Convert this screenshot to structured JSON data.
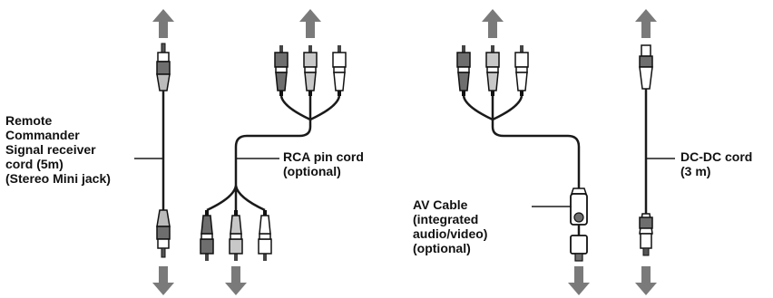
{
  "labels": {
    "remote_cord": [
      "Remote",
      "Commander",
      "Signal receiver",
      "cord (5m)",
      "(Stereo Mini jack)"
    ],
    "rca_cord": [
      "RCA pin cord",
      "(optional)"
    ],
    "av_cable": [
      "AV Cable",
      "(integrated",
      "audio/video)",
      "(optional)"
    ],
    "dcdc_cord": [
      "DC-DC cord",
      "(3 m)"
    ]
  },
  "colors": {
    "arrow": "#7a7a7a",
    "cable": "#1a1a1a",
    "plug_dark": "#6e6e6e",
    "plug_mid": "#c8c8c8",
    "plug_light": "#ffffff",
    "line": "#1a1a1a"
  }
}
